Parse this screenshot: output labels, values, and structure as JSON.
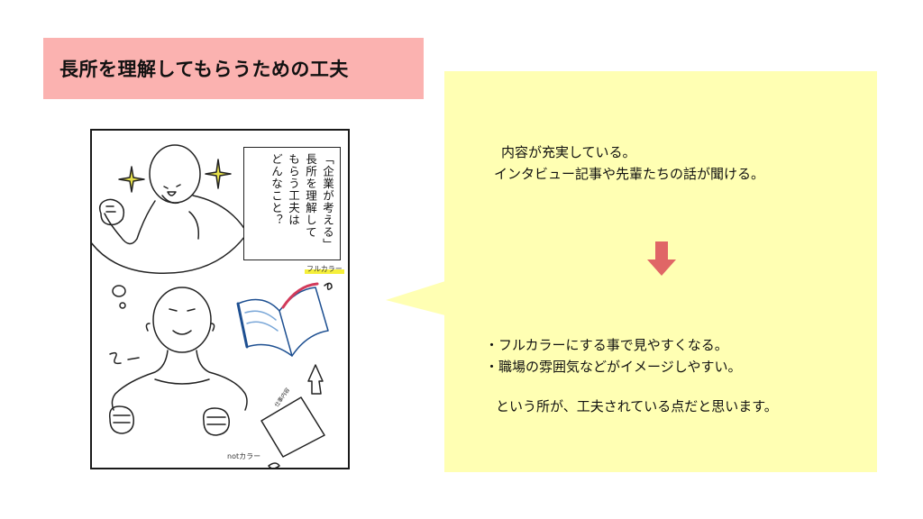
{
  "title": "長所を理解してもらうための工夫",
  "comic": {
    "caption_lines": [
      "「企業が考える」",
      "長所を理解して",
      "もらう工夫は",
      "どんなこと？"
    ],
    "note_fullcolor": "フルカラー",
    "note_notcolor": "notカラー",
    "doc_label": "仕事内容"
  },
  "bubble": {
    "line1": "内容が充実している。",
    "line2": "インタビュー記事や先輩たちの話が聞ける。",
    "bullet1": "・フルカラーにする事で見やすくなる。",
    "bullet2": "・職場の雰囲気などがイメージしやすい。",
    "conclusion": "という所が、工夫されている点だと思います。",
    "bg_color": "#ffffb3",
    "arrow_color": "#e06666"
  },
  "title_color": "#fbb2b0"
}
